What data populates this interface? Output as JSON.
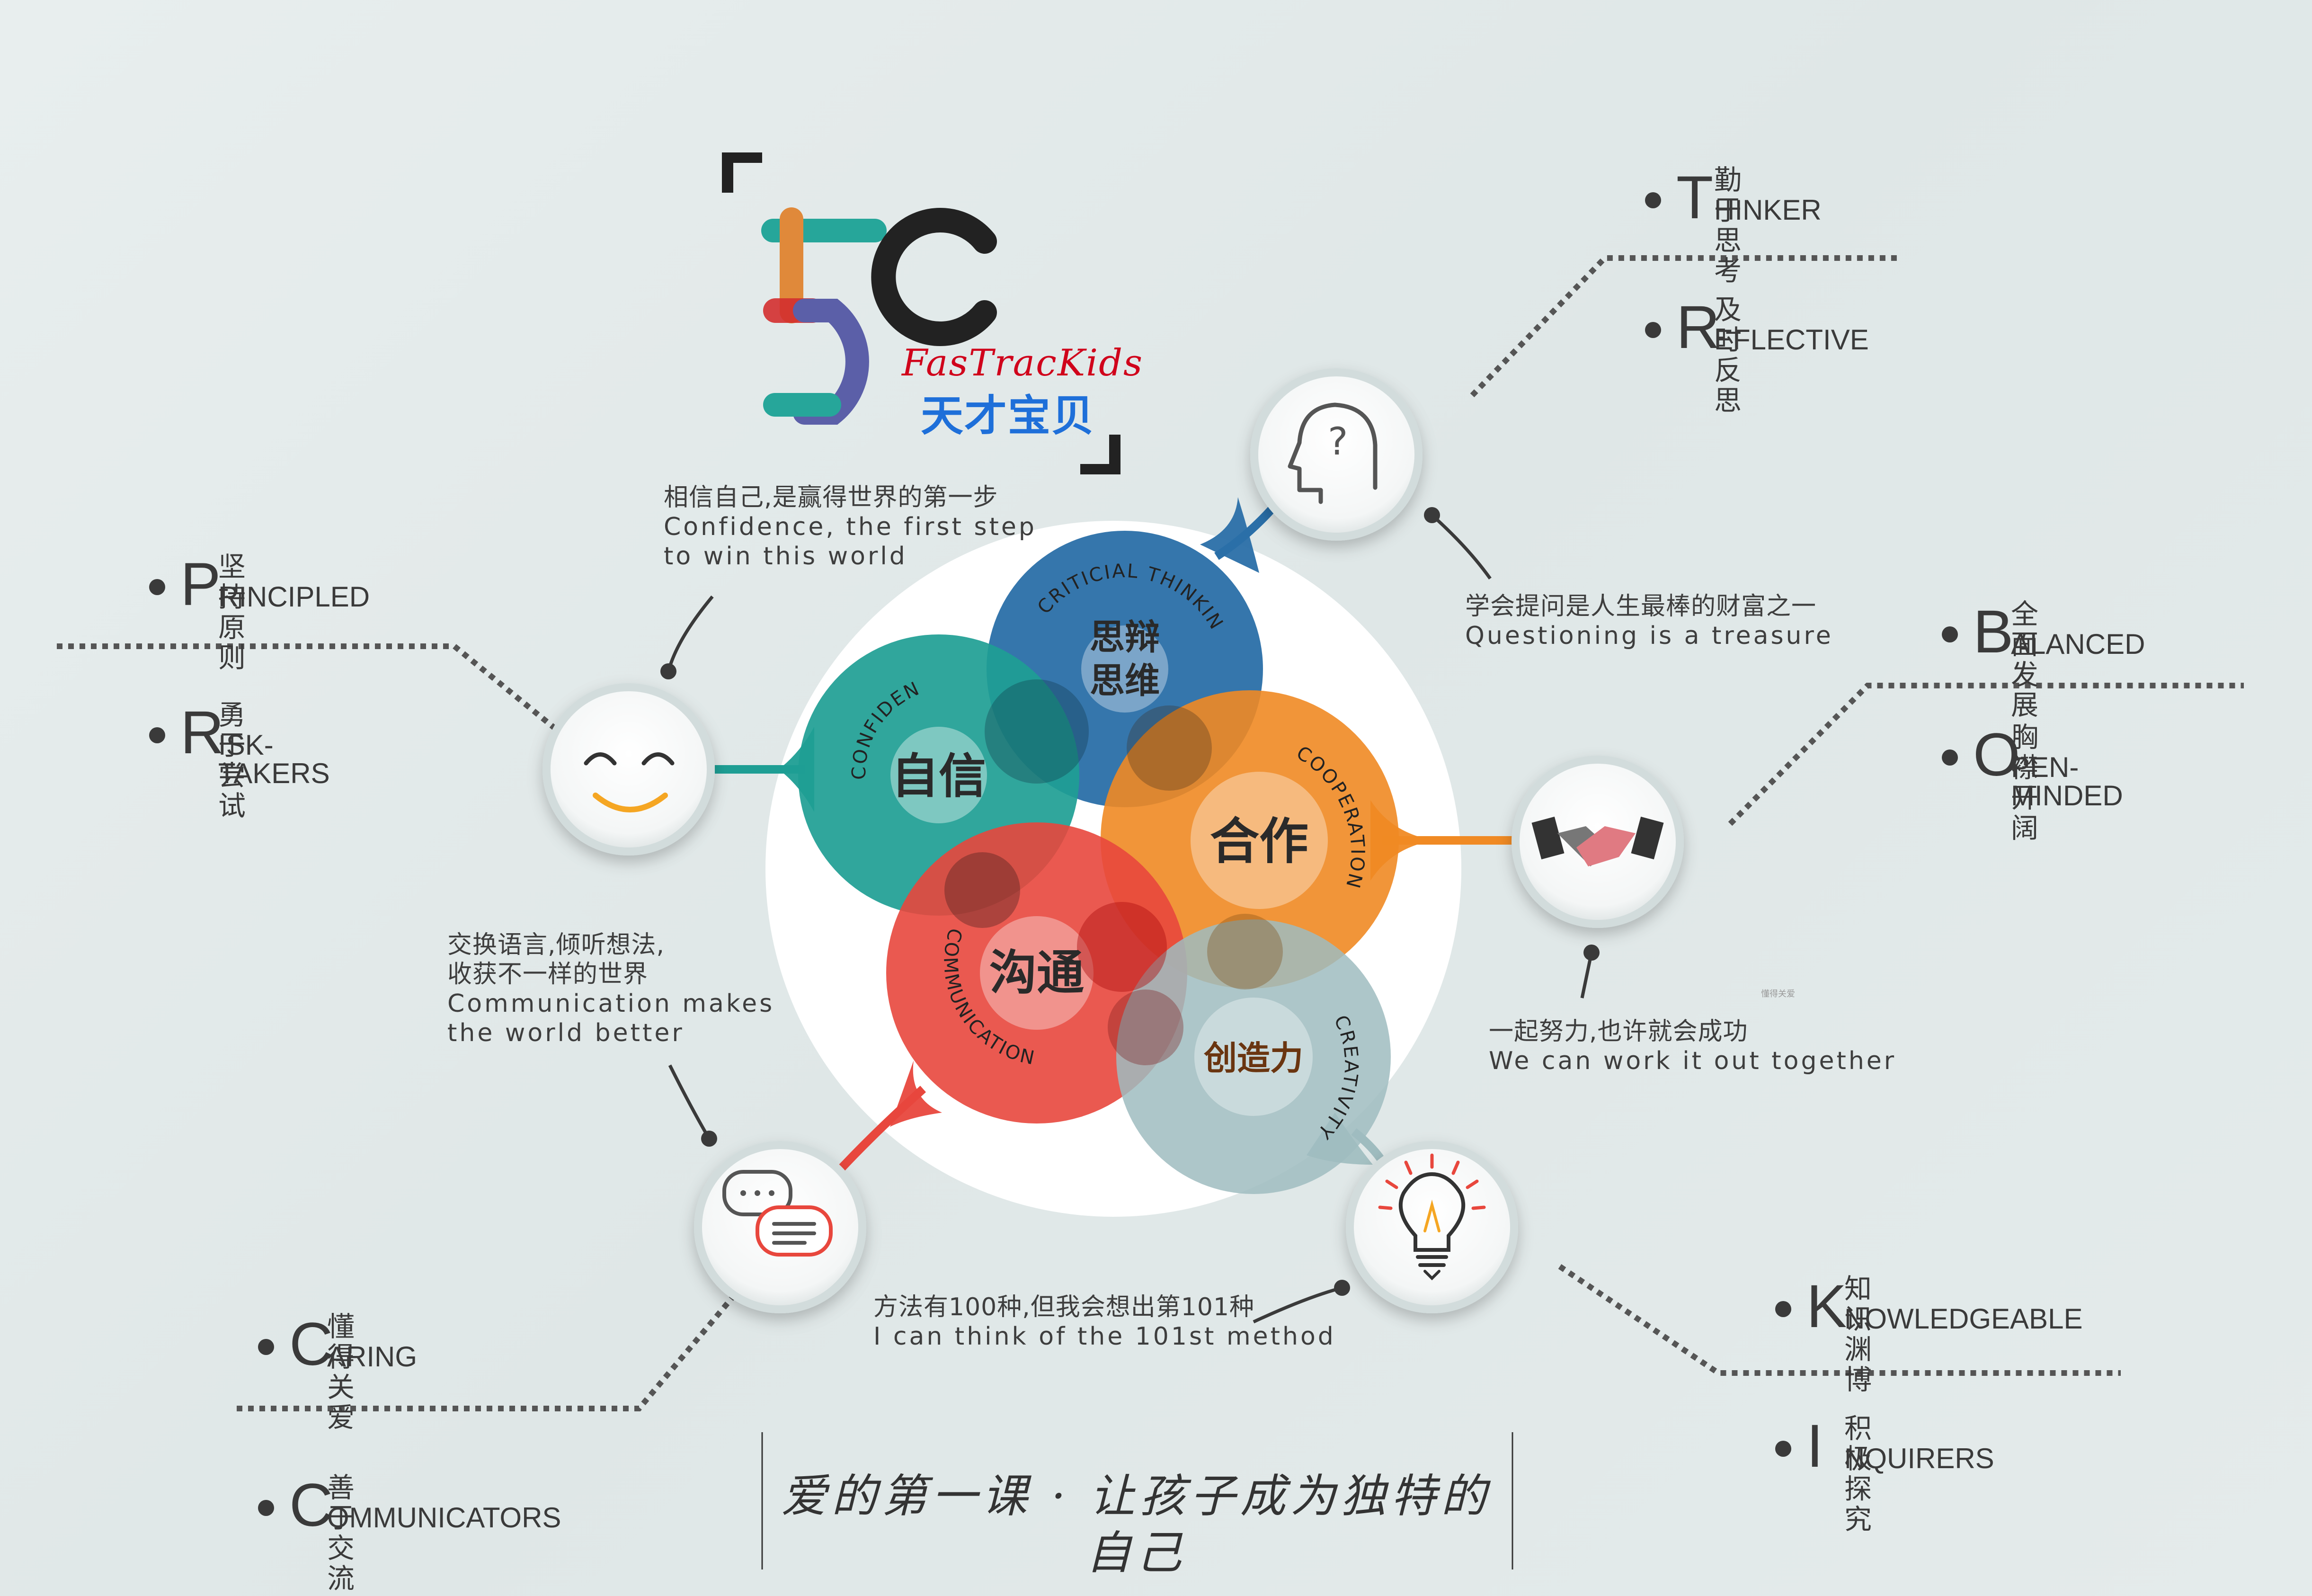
{
  "logo": {
    "mark": "5C",
    "brand_en": "FasTracKids",
    "brand_cn": "天才宝贝",
    "brand_colors": [
      "#d0021b",
      "#f5a623",
      "#2e8b57",
      "#1e6fd9",
      "#8e44ad"
    ]
  },
  "petals": [
    {
      "id": "critical",
      "cn": "思辩\n思维",
      "en": "CRITICIAL THINKING",
      "color": "#2a6fa8"
    },
    {
      "id": "confidence",
      "cn": "自信",
      "en": "CONFIDENCE",
      "color": "#1e9e94"
    },
    {
      "id": "cooperation",
      "cn": "合作",
      "en": "COOPERATION",
      "color": "#f08a24"
    },
    {
      "id": "communication",
      "cn": "沟通",
      "en": "COMMUNICATION",
      "color": "#e8473d"
    },
    {
      "id": "creativity",
      "cn": "创造力",
      "en": "CREATIVITY",
      "color": "#9fbcbf"
    }
  ],
  "quotes": {
    "confidence": {
      "cn": "相信自己,是赢得世界的第一步",
      "en1": "Confidence, the first step",
      "en2": "to win this world"
    },
    "thinking": {
      "cn": "学会提问是人生最棒的财富之一",
      "en1": "Questioning is a treasure"
    },
    "cooperation": {
      "cn": "一起努力,也许就会成功",
      "en1": "We can work it out together"
    },
    "communication": {
      "cn1": "交换语言,倾听想法,",
      "cn2": "收获不一样的世界",
      "en1": "Communication makes",
      "en2": "the world better"
    },
    "creativity": {
      "cn": "方法有100种,但我会想出第101种",
      "en1": "I can think of the 101st method"
    }
  },
  "traits": {
    "thinker": {
      "letter": "T",
      "cn": "勤于思考",
      "rest": "HINKER"
    },
    "reflective": {
      "letter": "R",
      "cn": "及时反思",
      "rest": "EFLECTIVE"
    },
    "principled": {
      "letter": "P",
      "cn": "坚持原则",
      "rest": "RINCIPLED"
    },
    "risk_takers": {
      "letter": "R",
      "cn": "勇于尝试",
      "rest": "ISK-TAKERS"
    },
    "balanced": {
      "letter": "B",
      "cn": "全面发展",
      "rest": "ALANCED"
    },
    "open_minded": {
      "letter": "O",
      "cn": "胸襟开阔",
      "rest": "PEN-MINDED"
    },
    "caring": {
      "letter": "C",
      "cn": "懂得关爱",
      "rest": "ARING"
    },
    "communicators": {
      "letter": "C",
      "cn": "善于交流",
      "rest": "OMMUNICATORS"
    },
    "knowledgeable": {
      "letter": "K",
      "cn": "知识渊博",
      "rest": "NOWLEDGEABLE"
    },
    "inquirers": {
      "letter": "I",
      "cn": "积极探究",
      "rest": "NQUIRERS"
    }
  },
  "footer": {
    "slogan": "爱的第一课 · 让孩子成为独特的自己"
  },
  "small_mark": "懂得关爱",
  "icons": [
    "smiley-icon",
    "thinking-head-icon",
    "handshake-icon",
    "chat-bubbles-icon",
    "lightbulb-icon"
  ]
}
